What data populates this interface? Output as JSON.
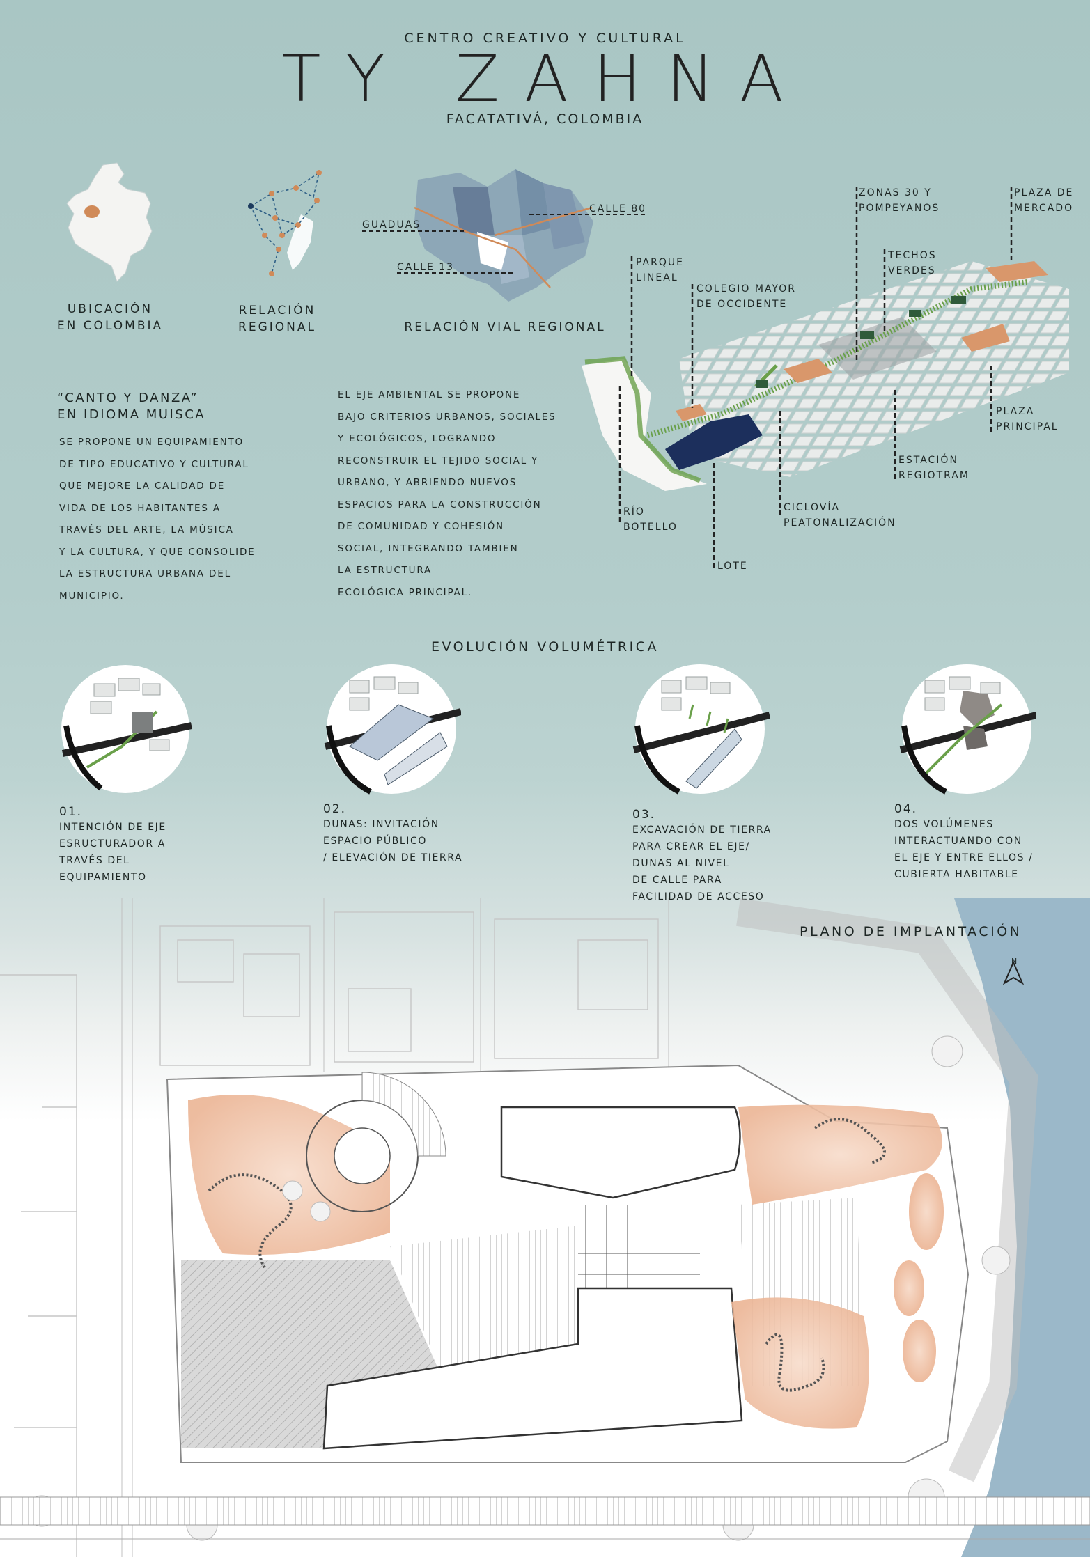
{
  "header": {
    "subtitle": "CENTRO CREATIVO Y CULTURAL",
    "title": "TY ZAHNA",
    "location": "FACATATIVÁ, COLOMBIA"
  },
  "maps": {
    "colombia_caption": [
      "UBICACIÓN",
      "EN COLOMBIA"
    ],
    "regional_caption": [
      "RELACIÓN",
      "REGIONAL"
    ],
    "vial_caption": "RELACIÓN VIAL REGIONAL",
    "roads": [
      "GUADUAS",
      "CALLE 80",
      "CALLE 13"
    ]
  },
  "aerial_labels": [
    [
      "ZONAS 30 Y",
      "POMPEYANOS"
    ],
    [
      "PLAZA DE",
      "MERCADO"
    ],
    [
      "TECHOS",
      "VERDES"
    ],
    [
      "PARQUE",
      "LINEAL"
    ],
    [
      "COLEGIO MAYOR",
      "DE OCCIDENTE"
    ],
    [
      "PLAZA",
      "PRINCIPAL"
    ],
    [
      "ESTACIÓN",
      "REGIOTRAM"
    ],
    [
      "RÍO",
      "BOTELLO"
    ],
    [
      "CICLOVÍA",
      "PEATONALIZACIÓN"
    ],
    [
      "LOTE"
    ]
  ],
  "concept": {
    "quote": [
      "“CANTO Y DANZA”",
      "EN IDIOMA MUISCA"
    ],
    "paragraph1": [
      "SE PROPONE UN EQUIPAMIENTO",
      "DE TIPO EDUCATIVO Y CULTURAL",
      "QUE MEJORE LA CALIDAD DE",
      "VIDA DE LOS HABITANTES A",
      "TRAVÉS DEL ARTE, LA MÚSICA",
      "Y LA CULTURA, Y QUE CONSOLIDE",
      "LA ESTRUCTURA URBANA DEL",
      "MUNICIPIO."
    ],
    "paragraph2": [
      "EL EJE AMBIENTAL SE PROPONE",
      "BAJO CRITERIOS URBANOS, SOCIALES",
      "Y ECOLÓGICOS, LOGRANDO",
      "RECONSTRUIR EL TEJIDO SOCIAL Y",
      "URBANO, Y ABRIENDO NUEVOS",
      "ESPACIOS PARA LA CONSTRUCCIÓN",
      "DE COMUNIDAD Y COHESIÓN",
      "SOCIAL, INTEGRANDO TAMBIEN",
      "LA ESTRUCTURA",
      "ECOLÓGICA PRINCIPAL."
    ]
  },
  "evolution": {
    "title": "EVOLUCIÓN VOLUMÉTRICA",
    "steps": [
      {
        "num": "01.",
        "text": [
          "INTENCIÓN DE EJE",
          "ESRUCTURADOR A",
          "TRAVÉS DEL",
          "EQUIPAMIENTO"
        ]
      },
      {
        "num": "02.",
        "text": [
          "DUNAS: INVITACIÓN",
          "ESPACIO PÚBLICO",
          "/ ELEVACIÓN DE TIERRA"
        ]
      },
      {
        "num": "03.",
        "text": [
          "EXCAVACIÓN DE TIERRA",
          "PARA CREAR EL EJE/",
          "DUNAS AL NIVEL",
          "DE CALLE PARA",
          "FACILIDAD DE ACCESO"
        ]
      },
      {
        "num": "04.",
        "text": [
          "DOS VOLÚMENES",
          "INTERACTUANDO CON",
          "EL EJE Y ENTRE ELLOS /",
          "CUBIERTA HABITABLE"
        ]
      }
    ]
  },
  "plan": {
    "title": "PLANO DE IMPLANTACIÓN",
    "north": "N"
  },
  "colors": {
    "background_top": "#a9c6c4",
    "green_axis": "#6aa04a",
    "orange_plaza": "#d9976b",
    "river_blue": "#9bb8c9",
    "water_dark": "#1c2f5c"
  }
}
